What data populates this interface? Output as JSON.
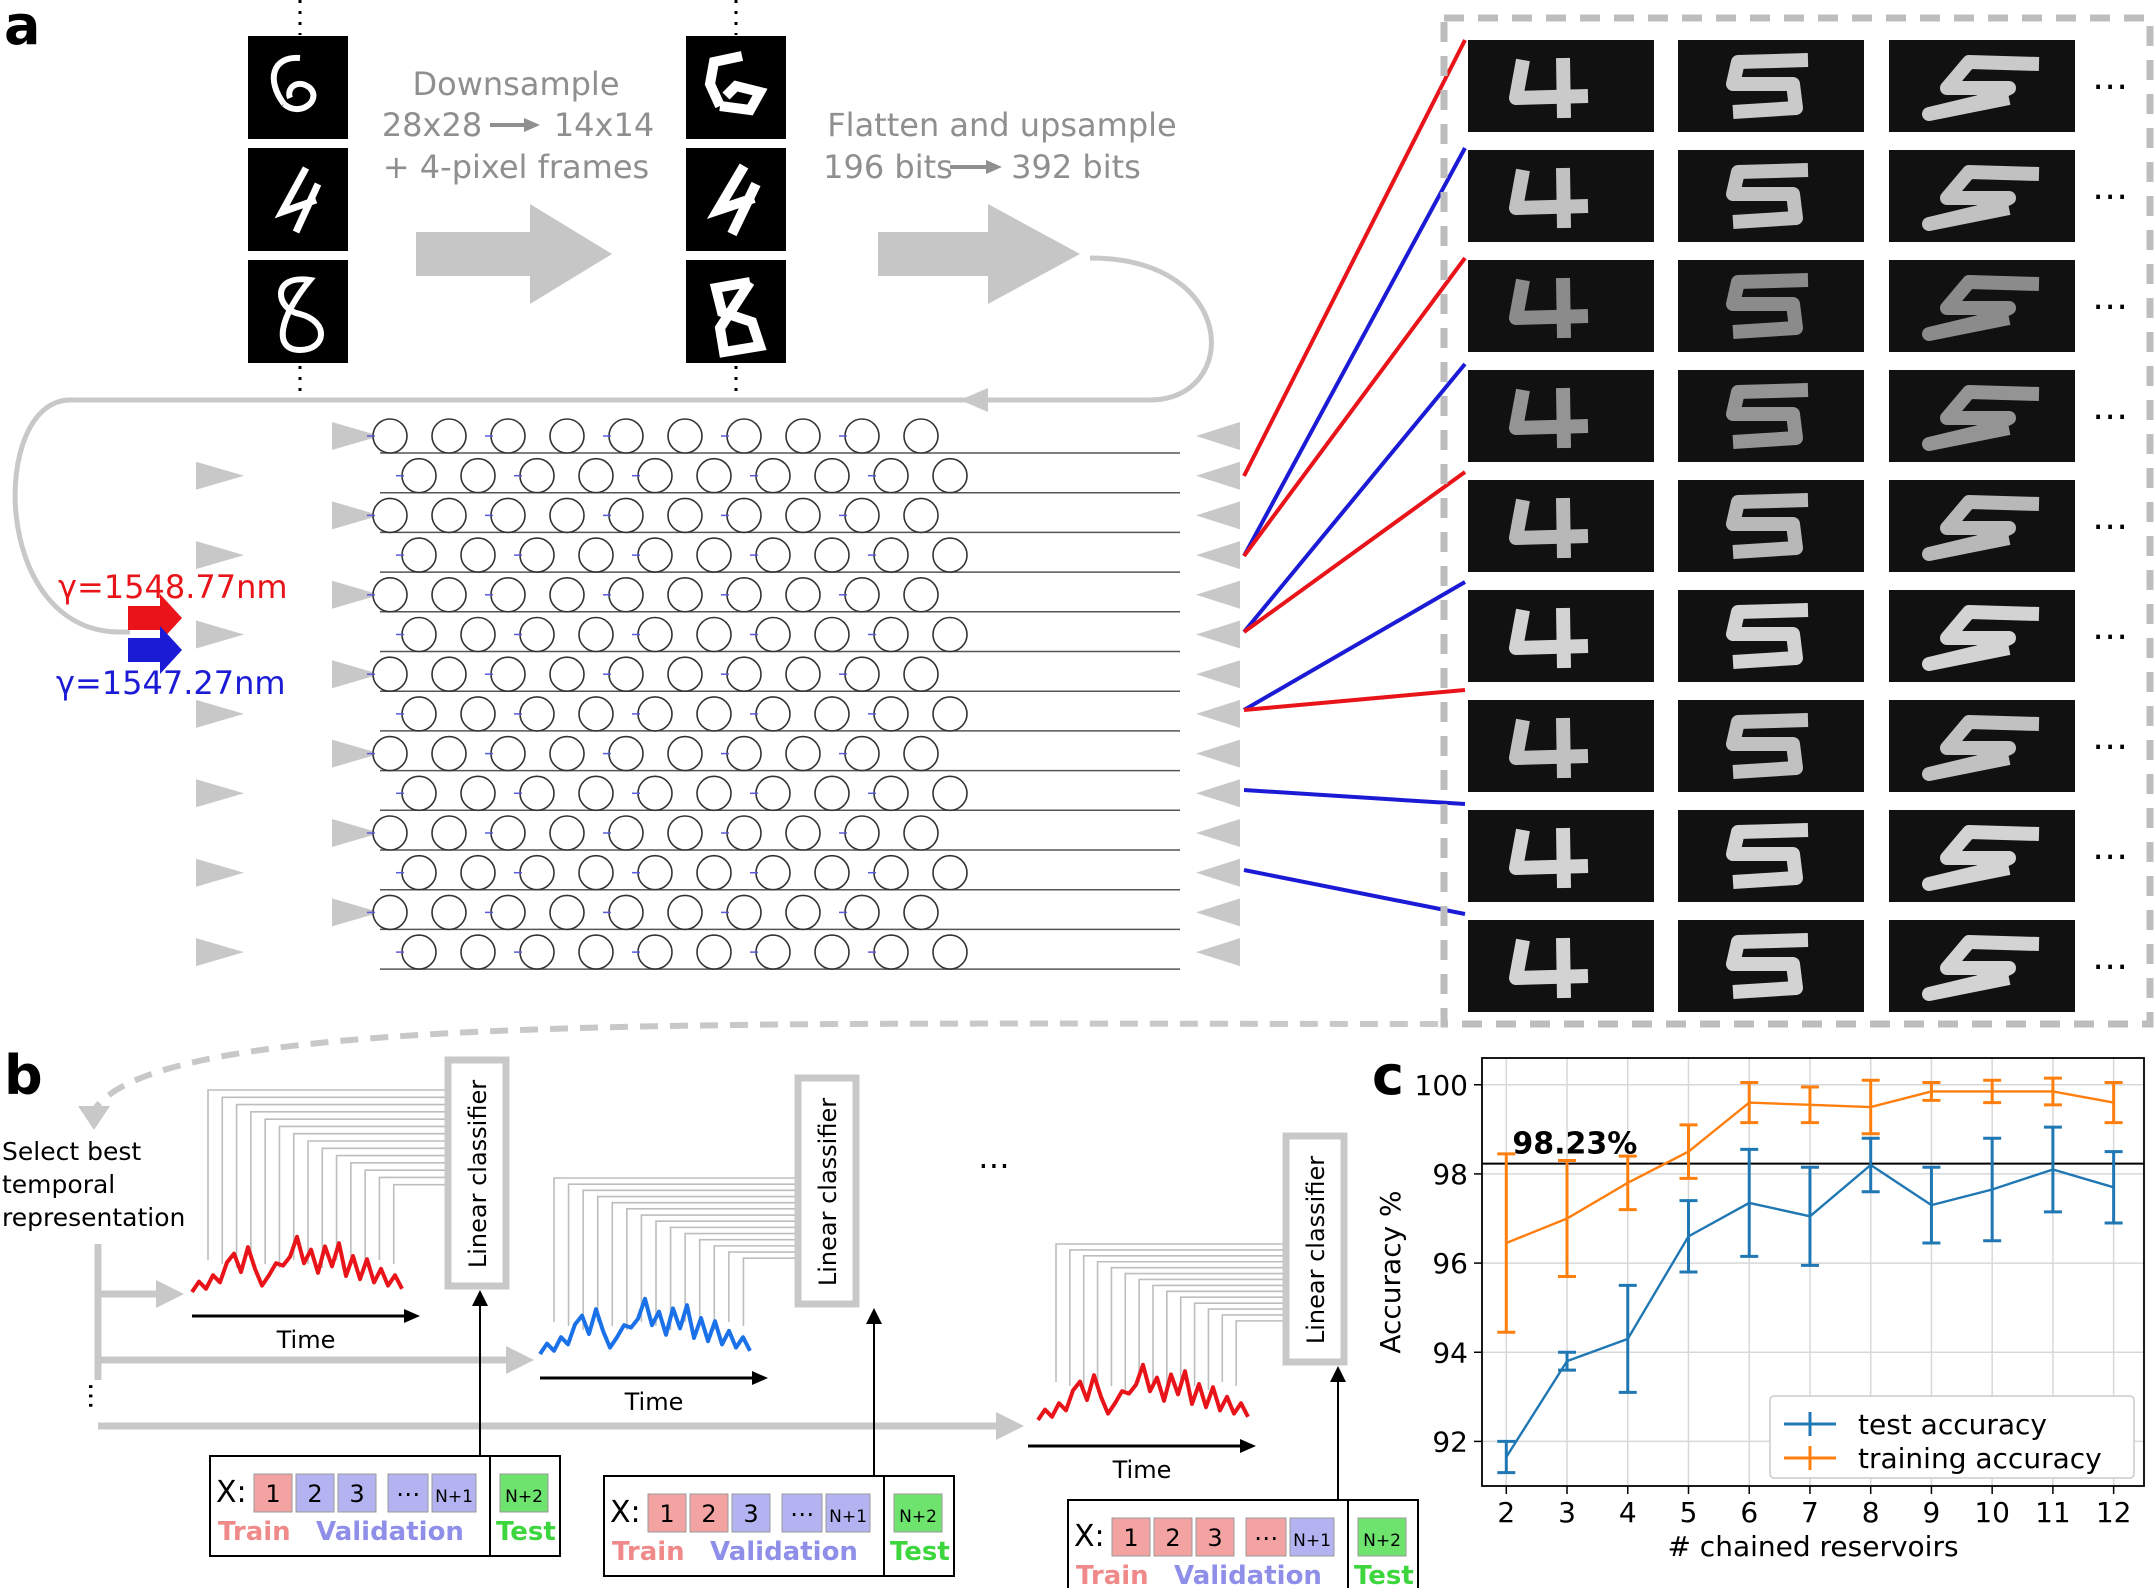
{
  "panel_labels": {
    "a": "a",
    "b": "b",
    "c": "c"
  },
  "panel_a": {
    "downsample": [
      "Downsample",
      "28x28",
      "14x14",
      "+ 4-pixel frames"
    ],
    "flatten": [
      "Flatten and upsample",
      "196 bits",
      "392 bits"
    ],
    "wavelength_red": "γ=1548.77nm",
    "wavelength_blue": "γ=1547.27nm",
    "ellipsis": "⋯",
    "colors": {
      "red": "#e8141a",
      "blue": "#1b1bd6",
      "gray": "#c8c8c8"
    }
  },
  "panel_b": {
    "select_text": [
      "Select best",
      "temporal",
      "representation"
    ],
    "time_label": "Time",
    "classifier_label": "Linear classifier",
    "x_label": "X:",
    "train": "Train",
    "validation": "Validation",
    "test": "Test",
    "boxes": [
      [
        "1",
        "2",
        "3",
        "⋯",
        "N+1",
        "N+2"
      ],
      [
        "1",
        "2",
        "3",
        "⋯",
        "N+1",
        "N+2"
      ],
      [
        "1",
        "2",
        "3",
        "⋯",
        "N+1",
        "N+2"
      ]
    ],
    "dots": "⋯"
  },
  "chart_data": {
    "type": "line",
    "xlabel": "# chained reservoirs",
    "ylabel": "Accuracy %",
    "x": [
      2,
      3,
      4,
      5,
      6,
      7,
      8,
      9,
      10,
      11,
      12
    ],
    "xlim": [
      1.6,
      12.5
    ],
    "ylim": [
      91,
      100.6
    ],
    "xticks": [
      "2",
      "3",
      "4",
      "5",
      "6",
      "7",
      "8",
      "9",
      "10",
      "11",
      "12"
    ],
    "yticks": [
      "92",
      "94",
      "96",
      "98",
      "100"
    ],
    "grid": true,
    "legend_position": "bottom-right",
    "hline": {
      "value": 98.23,
      "label": "98.23%"
    },
    "series": [
      {
        "name": "test accuracy",
        "color": "#1f77b4",
        "values": [
          91.65,
          93.8,
          94.3,
          96.6,
          97.35,
          97.05,
          98.2,
          97.3,
          97.65,
          98.1,
          97.7
        ],
        "errors": [
          0.35,
          0.2,
          1.2,
          0.8,
          1.2,
          1.1,
          0.6,
          0.85,
          1.15,
          0.95,
          0.8
        ]
      },
      {
        "name": "training accuracy",
        "color": "#ff7f0e",
        "values": [
          96.45,
          97.0,
          97.8,
          98.5,
          99.6,
          99.55,
          99.5,
          99.85,
          99.85,
          99.85,
          99.6
        ],
        "errors": [
          2.0,
          1.3,
          0.6,
          0.6,
          0.45,
          0.4,
          0.6,
          0.2,
          0.25,
          0.3,
          0.45
        ]
      }
    ]
  }
}
